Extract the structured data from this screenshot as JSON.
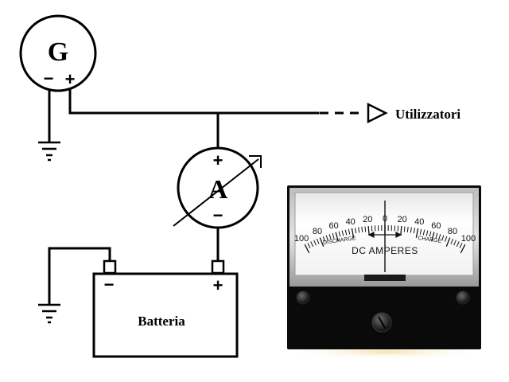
{
  "generator": {
    "label": "G",
    "minus": "−",
    "plus": "+"
  },
  "ammeter": {
    "label": "A",
    "plus": "+",
    "minus": "−"
  },
  "battery": {
    "label": "Batteria",
    "minus": "−",
    "plus": "+"
  },
  "load": {
    "label": "Utilizzatori"
  },
  "meter": {
    "scale_labels": [
      "100",
      "80",
      "60",
      "40",
      "20",
      "0",
      "20",
      "40",
      "60",
      "80",
      "100"
    ],
    "discharge_label": "DISCHARGE",
    "charge_label": "CHARGE",
    "unit_label": "DC AMPERES",
    "colors": {
      "body": "#0a0a0a",
      "bezel": "#cfcfcf",
      "face": "#fbfbfb",
      "ink": "#111111"
    }
  }
}
